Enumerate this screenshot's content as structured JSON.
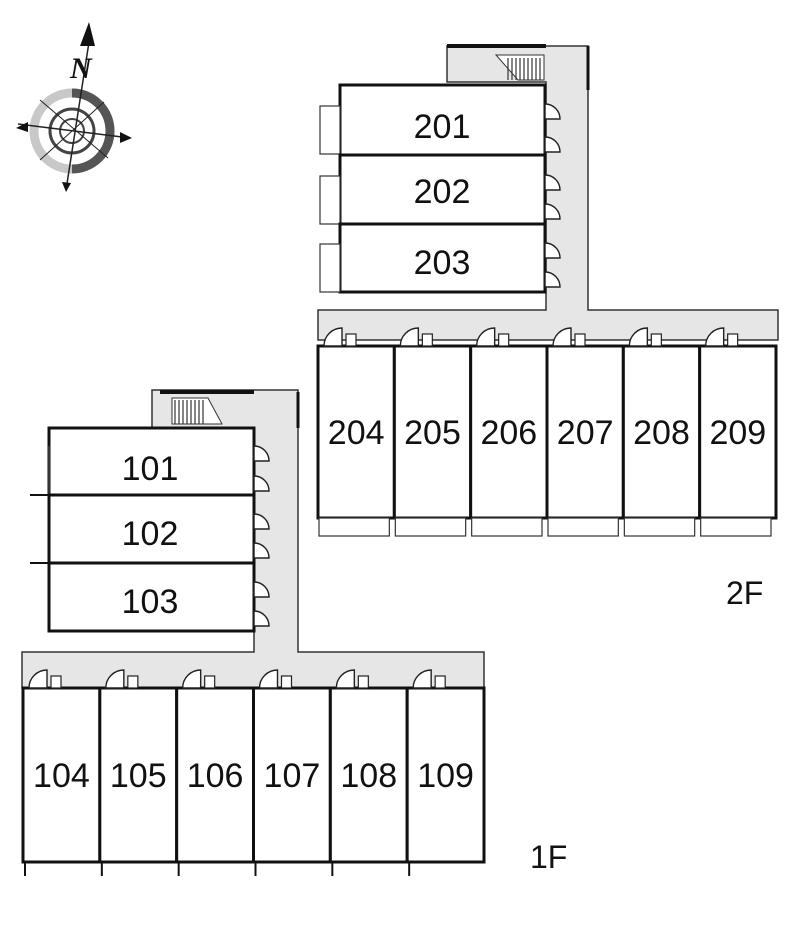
{
  "compass": {
    "north_label": "N"
  },
  "floors": [
    {
      "label": "2F",
      "rooms": [
        "201",
        "202",
        "203",
        "204",
        "205",
        "206",
        "207",
        "208",
        "209"
      ]
    },
    {
      "label": "1F",
      "rooms": [
        "101",
        "102",
        "103",
        "104",
        "105",
        "106",
        "107",
        "108",
        "109"
      ]
    }
  ],
  "colors": {
    "corridor": "#e6e6e6",
    "wall": "#111111",
    "stair": "#555555"
  }
}
